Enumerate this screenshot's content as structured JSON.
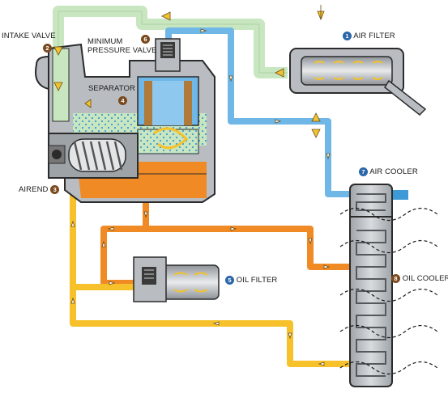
{
  "labels": {
    "air_filter": "AIR FILTER",
    "intake_valve": "INTAKE VALVE",
    "min_pressure_1": "MINIMUM",
    "min_pressure_2": "PRESSURE VALVE",
    "separator": "SEPARATOR",
    "airend": "AIREND",
    "air_cooler": "AIR COOLER",
    "oil_filter": "OIL FILTER",
    "oil_cooler": "OIL COOLER"
  },
  "numbers": {
    "air_filter": "1",
    "intake_valve": "2",
    "airend": "3",
    "separator": "4",
    "oil_filter": "5",
    "min_pressure": "6",
    "air_cooler": "7",
    "oil_cooler": "8"
  },
  "colors": {
    "intake_air": "#c8e6c0",
    "compressed_air": "#6fb7e6",
    "hot_oil": "#f08a24",
    "cool_oil": "#f6c12a",
    "machine_grey": "#b9bdc2",
    "dark_outline": "#2b2b2b",
    "arrow_fill": "#f2c230",
    "number_badge": "#2a66a8"
  }
}
